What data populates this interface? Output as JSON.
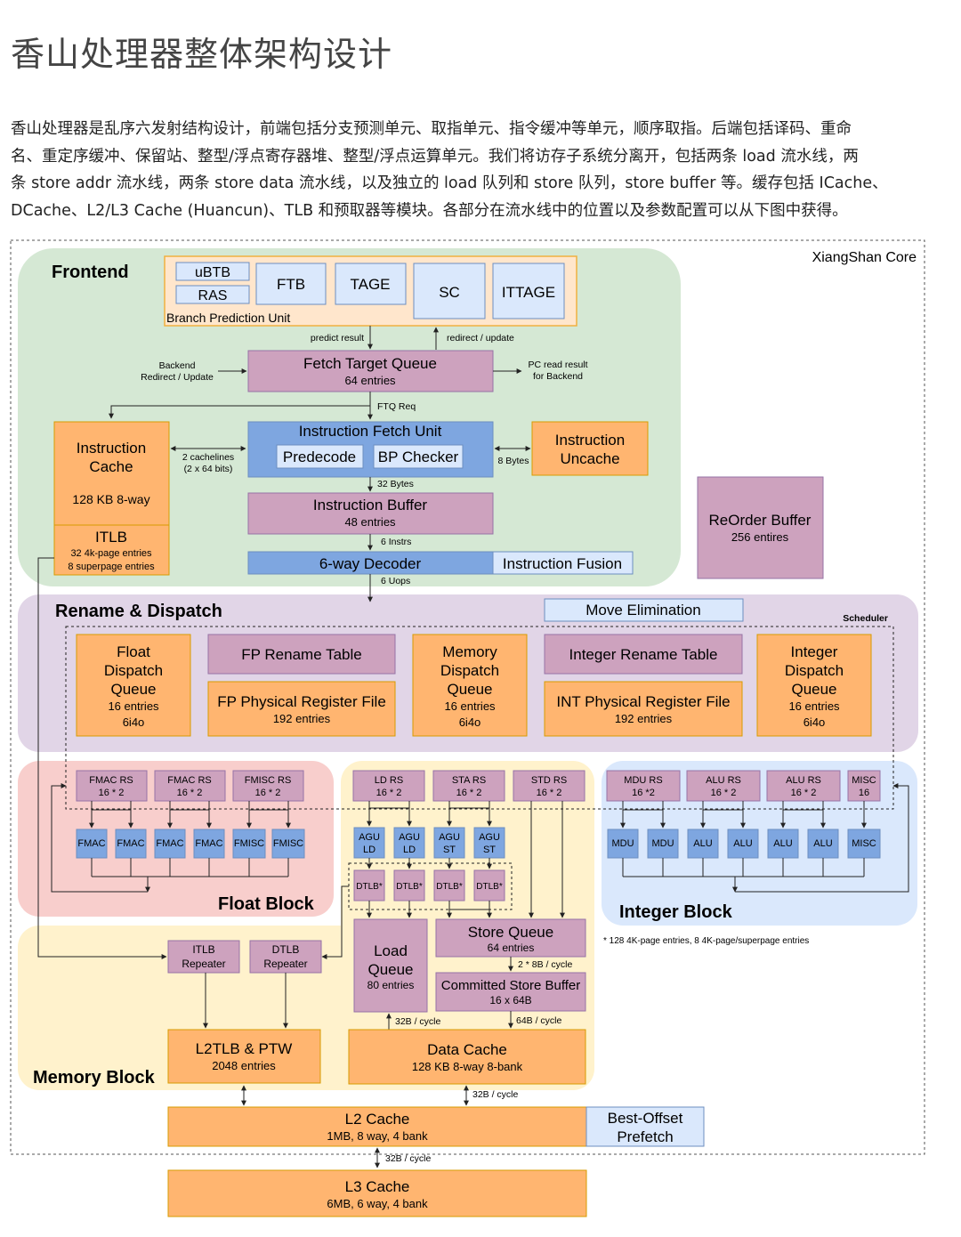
{
  "page": {
    "title": "香山处理器整体架构设计",
    "intro_lines": [
      "香山处理器是乱序六发射结构设计，前端包括分支预测单元、取指单元、指令缓冲等单元，顺序取指。后端包括译码、重命",
      "名、重定序缓冲、保留站、整型/浮点寄存器堆、整型/浮点运算单元。我们将访存子系统分离开，包括两条 load 流水线，两",
      "条 store addr 流水线，两条 store data 流水线，以及独立的 load 队列和 store 队列，store buffer 等。缓存包括 ICache、",
      "DCache、L2/L3 Cache (Huancun)、TLB 和预取器等模块。各部分在流水线中的位置以及参数配置可以从下图中获得。"
    ]
  },
  "colors": {
    "frontend_bg": "#d5e8d4",
    "rename_bg": "#e1d5e7",
    "float_bg": "#f8cecc",
    "memory_bg": "#fff2cc",
    "integer_bg": "#dae8fc",
    "orange": "#ffb570",
    "purple": "#cda2be",
    "blue": "#7ea6e0",
    "light_blue": "#dae8fc",
    "bpu_bg": "#ffe6cc"
  },
  "diagram": {
    "core_label": "XiangShan Core",
    "frontend": {
      "title": "Frontend",
      "bpu_label": "Branch Prediction Unit",
      "ubtb": "uBTB",
      "ras": "RAS",
      "ftb": "FTB",
      "tage": "TAGE",
      "sc": "SC",
      "ittage": "ITTAGE",
      "predict_result": "predict result",
      "redirect_update": "redirect / update",
      "backend_redirect_1": "Backend",
      "backend_redirect_2": "Redirect / Update",
      "ftq_1": "Fetch Target Queue",
      "ftq_2": "64 entries",
      "pc_read_1": "PC read result",
      "pc_read_2": "for Backend",
      "ftq_req": "FTQ Req",
      "icache_1": "Instruction",
      "icache_2": "Cache",
      "icache_3": "128 KB 8-way",
      "itlb_1": "ITLB",
      "itlb_2": "32 4k-page entries",
      "itlb_3": "8 superpage entries",
      "cachelines_1": "2 cachelines",
      "cachelines_2": "(2 x 64 bits)",
      "ifu": "Instruction Fetch Unit",
      "predecode": "Predecode",
      "bp_checker": "BP Checker",
      "eight_bytes": "8 Bytes",
      "uncache_1": "Instruction",
      "uncache_2": "Uncache",
      "bytes32": "32 Bytes",
      "ibuf_1": "Instruction Buffer",
      "ibuf_2": "48 entries",
      "instrs6": "6 Instrs",
      "decoder": "6-way Decoder",
      "fusion": "Instruction Fusion",
      "uops6": "6 Uops",
      "rob_1": "ReOrder Buffer",
      "rob_2": "256 entires"
    },
    "rename": {
      "title": "Rename & Dispatch",
      "move_elim": "Move Elimination",
      "scheduler": "Scheduler",
      "fdq_1": "Float",
      "fdq_2": "Dispatch",
      "fdq_3": "Queue",
      "fdq_4": "16 entries",
      "fdq_5": "6i4o",
      "fp_rename": "FP Rename Table",
      "fp_prf_1": "FP Physical Register File",
      "fp_prf_2": "192 entries",
      "mdq_1": "Memory",
      "mdq_2": "Dispatch",
      "mdq_3": "Queue",
      "mdq_4": "16 entries",
      "mdq_5": "6i4o",
      "int_rename": "Integer Rename Table",
      "int_prf_1": "INT Physical Register File",
      "int_prf_2": "192 entries",
      "idq_1": "Integer",
      "idq_2": "Dispatch",
      "idq_3": "Queue",
      "idq_4": "16 entries",
      "idq_5": "6i4o"
    },
    "float_block": {
      "title": "Float Block",
      "rs": [
        {
          "name": "FMAC RS",
          "size": "16 * 2"
        },
        {
          "name": "FMAC RS",
          "size": "16 * 2"
        },
        {
          "name": "FMISC RS",
          "size": "16 * 2"
        }
      ],
      "units": [
        "FMAC",
        "FMAC",
        "FMAC",
        "FMAC",
        "FMISC",
        "FMISC"
      ]
    },
    "mem_rs": [
      {
        "name": "LD RS",
        "size": "16 * 2"
      },
      {
        "name": "STA RS",
        "size": "16 * 2"
      },
      {
        "name": "STD RS",
        "size": "16 * 2"
      }
    ],
    "agus": [
      {
        "l1": "AGU",
        "l2": "LD"
      },
      {
        "l1": "AGU",
        "l2": "LD"
      },
      {
        "l1": "AGU",
        "l2": "ST"
      },
      {
        "l1": "AGU",
        "l2": "ST"
      }
    ],
    "dtlb": [
      "DTLB*",
      "DTLB*",
      "DTLB*",
      "DTLB*"
    ],
    "integer_block": {
      "title": "Integer Block",
      "rs": [
        {
          "name": "MDU RS",
          "size": "16 *2"
        },
        {
          "name": "ALU RS",
          "size": "16 * 2"
        },
        {
          "name": "ALU RS",
          "size": "16 * 2"
        },
        {
          "name": "MISC",
          "size": "16"
        }
      ],
      "units": [
        "MDU",
        "MDU",
        "ALU",
        "ALU",
        "ALU",
        "ALU",
        "MISC"
      ],
      "footnote": "* 128 4K-page entries, 8 4K-page/superpage entries"
    },
    "memory_block": {
      "title": "Memory Block",
      "itlb_rep_1": "ITLB",
      "itlb_rep_2": "Repeater",
      "dtlb_rep_1": "DTLB",
      "dtlb_rep_2": "Repeater",
      "l2tlb_1": "L2TLB & PTW",
      "l2tlb_2": "2048 entries",
      "lq_1": "Load",
      "lq_2": "Queue",
      "lq_3": "80 entries",
      "sq_1": "Store Queue",
      "sq_2": "64 entries",
      "bw_2x8": "2 * 8B / cycle",
      "csb_1": "Committed Store Buffer",
      "csb_2": "16 x 64B",
      "bw_32a": "32B / cycle",
      "bw_64": "64B / cycle",
      "dcache_1": "Data Cache",
      "dcache_2": "128 KB 8-way 8-bank",
      "bw_32b": "32B / cycle"
    },
    "l2_1": "L2 Cache",
    "l2_2": "1MB, 8 way, 4 bank",
    "bop_1": "Best-Offset",
    "bop_2": "Prefetch",
    "bw_32c": "32B / cycle",
    "l3_1": "L3 Cache",
    "l3_2": "6MB, 6 way, 4 bank"
  }
}
